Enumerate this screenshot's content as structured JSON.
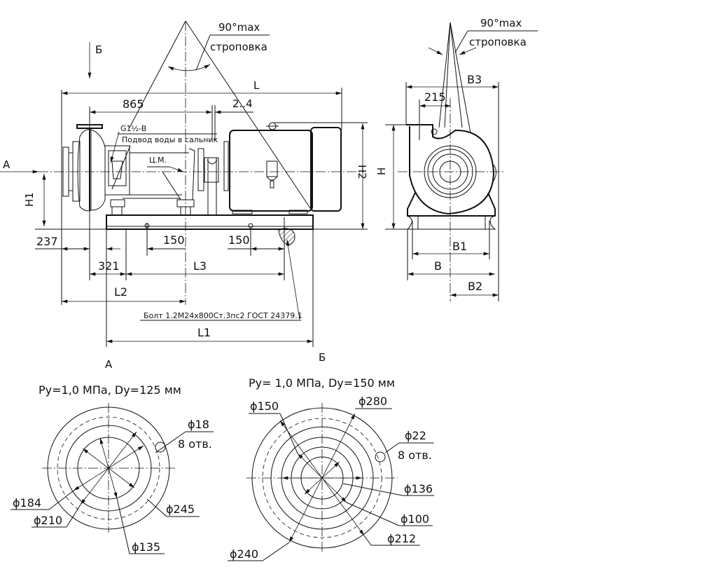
{
  "side_view": {
    "sling_angle": "90°max",
    "sling_label": "строповка",
    "view_b_marker": "Б",
    "view_a_marker": "A",
    "dim_L": "L",
    "dim_865": "865",
    "dim_gap": "2..4",
    "thread_label": "G1½-B",
    "water_supply_label": "Подвод воды в сальник",
    "center_mass_label": "Ц.М.",
    "dim_H1": "H1",
    "dim_H2": "H2",
    "dim_237": "237",
    "dim_150_left": "150",
    "dim_150_right": "150",
    "dim_321": "321",
    "dim_L3": "L3",
    "dim_L2": "L2",
    "dim_L1": "L1",
    "bolt_label": "Болт 1.2M24x800Cт.3пс2 ГОСТ 24379.1"
  },
  "end_view": {
    "sling_angle": "90°max",
    "sling_label": "строповка",
    "dim_B3": "B3",
    "dim_215": "215",
    "dim_H": "H",
    "dim_B1": "B1",
    "dim_B": "B",
    "dim_B2": "B2"
  },
  "flange_a": {
    "title": "A",
    "spec": "Py=1,0 МПа, Dy=125 мм",
    "hole_dia": "ϕ18",
    "hole_count": "8 отв.",
    "d184": "ϕ184",
    "d210": "ϕ210",
    "d245": "ϕ245",
    "d135": "ϕ135"
  },
  "flange_b": {
    "title": "Б",
    "spec": "Py= 1,0 МПа, Dy=150 мм",
    "d150": "ϕ150",
    "d280": "ϕ280",
    "hole_dia": "ϕ22",
    "hole_count": "8 отв.",
    "d136": "ϕ136",
    "d100": "ϕ100",
    "d212": "ϕ212",
    "d240": "ϕ240"
  }
}
